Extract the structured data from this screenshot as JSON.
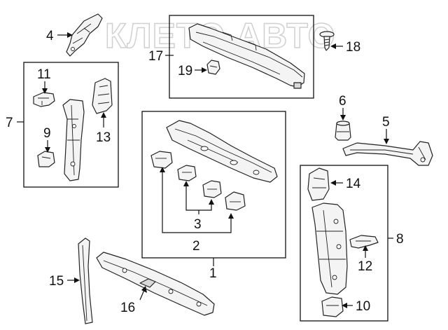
{
  "watermark": "КЛЕТО АВТО",
  "callouts": {
    "c1": "1",
    "c2": "2",
    "c3": "3",
    "c4": "4",
    "c5": "5",
    "c6": "6",
    "c7": "7",
    "c8": "8",
    "c9": "9",
    "c10": "10",
    "c11": "11",
    "c12": "12",
    "c13": "13",
    "c14": "14",
    "c15": "15",
    "c16": "16",
    "c17": "17",
    "c18": "18",
    "c19": "19"
  }
}
